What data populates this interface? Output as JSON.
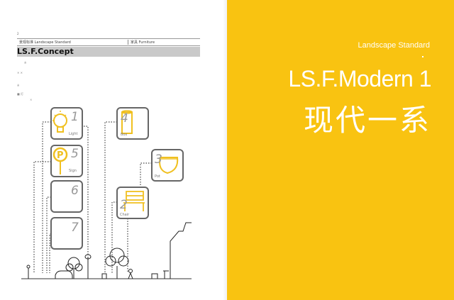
{
  "left_page": {
    "page_number": "2",
    "header": {
      "left": "景观标准  Landscape Standard",
      "right": "家具  Furniture"
    },
    "title": "LS.F.Concept",
    "small_marks": [
      "※",
      "✕ ✕",
      "※",
      "■ 灯",
      "×"
    ]
  },
  "right_page": {
    "subtitle": "Landscape Standard",
    "title": "LS.F.Modern 1",
    "title_cn": "现代一系"
  },
  "tiles": [
    {
      "number": "1",
      "label": "Light"
    },
    {
      "number": "5",
      "label": "Sign"
    },
    {
      "number": "6",
      "label": ""
    },
    {
      "number": "7",
      "label": ""
    },
    {
      "number": "4",
      "label": "Box"
    },
    {
      "number": "3",
      "label": "Pot"
    },
    {
      "number": "2",
      "label": "Chair"
    }
  ],
  "colors": {
    "yellow": "#F9C311",
    "tile_border": "#666666",
    "icon_yellow": "#F0C020"
  }
}
